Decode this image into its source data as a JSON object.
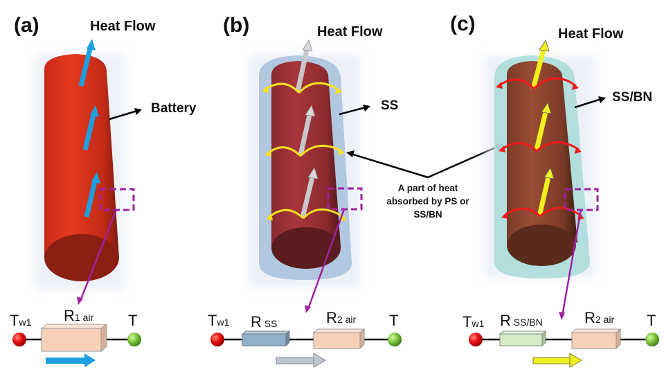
{
  "panels": [
    {
      "label": "(a)",
      "heat_flow_label": "Heat Flow",
      "component_label": "Battery",
      "arrow_color": "#1e9fe0",
      "circuit": {
        "left_node": {
          "main": "T",
          "sub": "w1",
          "color": "#e01010"
        },
        "right_node": {
          "main": "T",
          "color": "#7cc63a"
        },
        "resistors": [
          {
            "main": "R",
            "sub": "1 air",
            "color": "#f8d0b8"
          }
        ],
        "flow_arrow_color": "#1e9fe0"
      }
    },
    {
      "label": "(b)",
      "heat_flow_label": "Heat Flow",
      "component_label": "SS",
      "arrow_color": "#c8c8cc",
      "spread_arrow_color": "#f5e020",
      "circuit": {
        "left_node": {
          "main": "T",
          "sub": "w1",
          "color": "#e01010"
        },
        "right_node": {
          "main": "T",
          "color": "#7cc63a"
        },
        "resistors": [
          {
            "main": "R",
            "sub": " SS",
            "color": "#8fb0cc"
          },
          {
            "main": "R",
            "sub": "2 air",
            "color": "#f8d0b8"
          }
        ],
        "flow_arrow_color": "#c0c6d0"
      }
    },
    {
      "label": "(c)",
      "heat_flow_label": "Heat Flow",
      "component_label": "SS/BN",
      "arrow_color": "#f0f020",
      "spread_arrow_color": "#f01818",
      "circuit": {
        "left_node": {
          "main": "T",
          "sub": "w1",
          "color": "#e01010"
        },
        "right_node": {
          "main": "T",
          "color": "#7cc63a"
        },
        "resistors": [
          {
            "main": "R",
            "sub": " SS/BN",
            "color": "#d4ecc8"
          },
          {
            "main": "R",
            "sub": "2 air",
            "color": "#f8d0b8"
          }
        ],
        "flow_arrow_color": "#f0f020"
      }
    }
  ],
  "annotation": {
    "lines": [
      "A part of heat",
      "absorbed by PS or",
      "SS/BN"
    ]
  },
  "colors": {
    "battery_a": "#d8321c",
    "battery_b": "#9a3236",
    "battery_c": "#8a4530",
    "shell_b": "#a8c0dc",
    "shell_c": "#a8dcd8",
    "detail_marker": "#a020a0"
  }
}
